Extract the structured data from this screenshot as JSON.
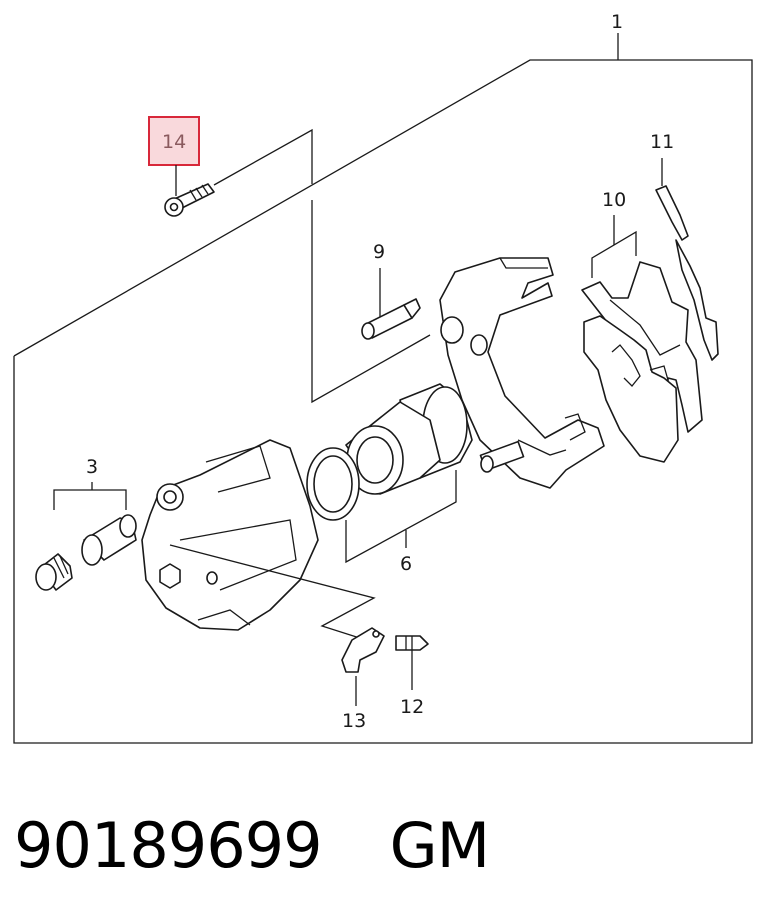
{
  "diagram": {
    "callouts": {
      "c1": "1",
      "c3": "3",
      "c6": "6",
      "c9": "9",
      "c10": "10",
      "c11": "11",
      "c12": "12",
      "c13": "13",
      "c14": "14"
    },
    "highlighted_callout": "14",
    "highlight_color": "#d8283a",
    "highlight_fill": "#f9d9dc"
  },
  "footer": {
    "part_number": "90189699",
    "brand": "GM"
  }
}
